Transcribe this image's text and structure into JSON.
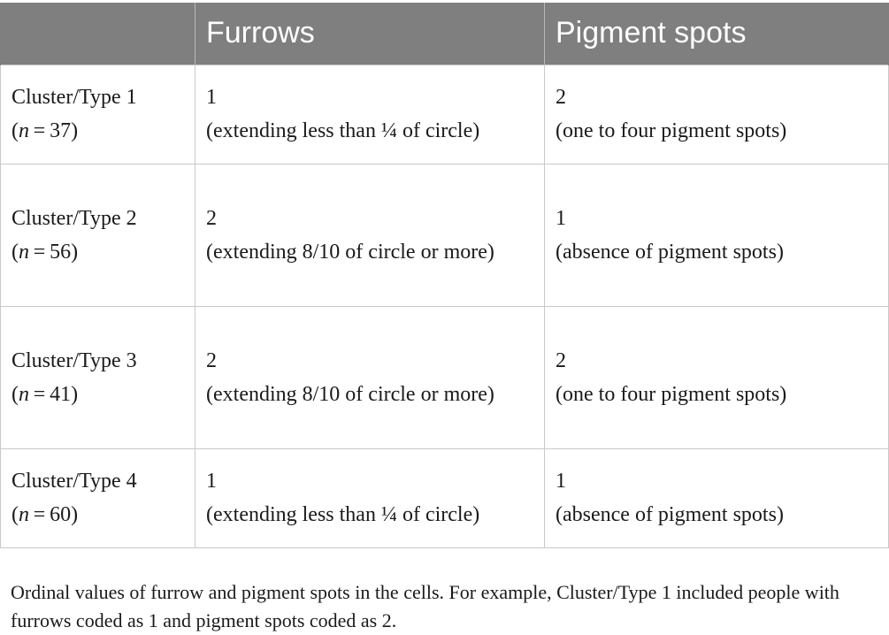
{
  "table": {
    "headers": [
      "",
      "Furrows",
      "Pigment spots"
    ],
    "rows": [
      {
        "cluster": "Cluster/Type 1",
        "n_label": "n",
        "n_value": " = 37)",
        "furrows_code": "1",
        "furrows_desc": "(extending less than ¼ of circle)",
        "pigment_code": "2",
        "pigment_desc": "(one to four pigment spots)"
      },
      {
        "cluster": "Cluster/Type 2",
        "n_label": "n",
        "n_value": " = 56)",
        "furrows_code": "2",
        "furrows_desc": "(extending 8/10 of circle or more)",
        "pigment_code": "1",
        "pigment_desc": "(absence of pigment spots)"
      },
      {
        "cluster": "Cluster/Type 3",
        "n_label": "n",
        "n_value": " = 41)",
        "furrows_code": "2",
        "furrows_desc": "(extending 8/10 of circle or more)",
        "pigment_code": "2",
        "pigment_desc": "(one to four pigment spots)"
      },
      {
        "cluster": "Cluster/Type 4",
        "n_label": "n",
        "n_value": " = 60)",
        "furrows_code": "1",
        "furrows_desc": "(extending less than ¼ of circle)",
        "pigment_code": "1",
        "pigment_desc": "(absence of pigment spots)"
      }
    ]
  },
  "footnote": "Ordinal values of furrow and pigment spots in the cells. For example, Cluster/Type 1 included people with furrows coded as 1 and pigment spots coded as 2.",
  "colors": {
    "header_bg": "#7f7f7f",
    "header_text": "#ffffff",
    "grid_line": "#c9c9c9",
    "body_text": "#1a1a1a"
  }
}
